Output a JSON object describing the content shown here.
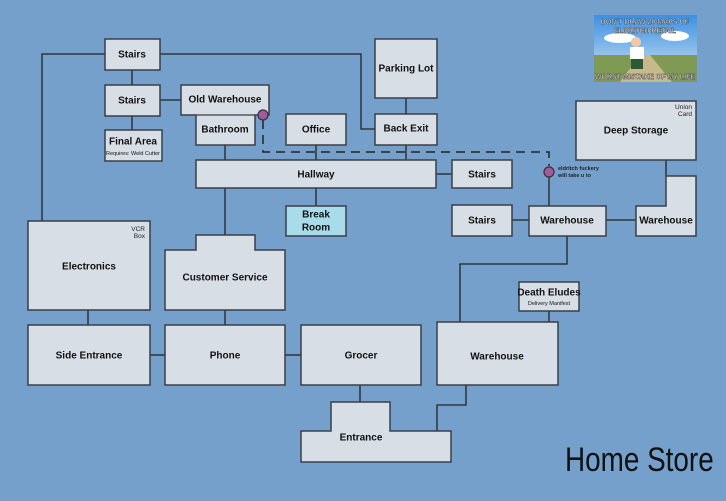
{
  "title": "Home Store",
  "meme": {
    "top_text_1": "DON'T DRAW 20 MAPS OF",
    "top_text_2": "ELDRITCH RETAIL",
    "bottom_text": "WORST MISTAKE OF MY LIFE"
  },
  "rooms": {
    "stairs_top": "Stairs",
    "stairs_second": "Stairs",
    "old_warehouse": "Old Warehouse",
    "bathroom": "Bathroom",
    "final_area": "Final Area",
    "final_area_note": "Requires: Weld Cutter",
    "parking_lot": "Parking Lot",
    "office": "Office",
    "back_exit": "Back Exit",
    "hallway": "Hallway",
    "stairs_right": "Stairs",
    "stairs_lower": "Stairs",
    "break_room_1": "Break",
    "break_room_2": "Room",
    "deep_storage": "Deep Storage",
    "deep_storage_note_1": "Union",
    "deep_storage_note_2": "Card",
    "warehouse_mid": "Warehouse",
    "warehouse_right": "Warehouse",
    "electronics": "Electronics",
    "electronics_note_1": "VCR",
    "electronics_note_2": "Box",
    "customer_service": "Customer Service",
    "death_eludes": "Death Eludes",
    "death_eludes_note": "Delivery Manifest",
    "side_entrance": "Side Entrance",
    "phone": "Phone",
    "grocer": "Grocer",
    "warehouse_bottom": "Warehouse",
    "entrance": "Entrance"
  },
  "portal_note_1": "eldritch fuckery",
  "portal_note_2": "will take u to",
  "colors": {
    "background": "#74a0cb",
    "room": "#d8dee5",
    "break_room": "#a9dceb",
    "portal": "#a25aa0"
  }
}
